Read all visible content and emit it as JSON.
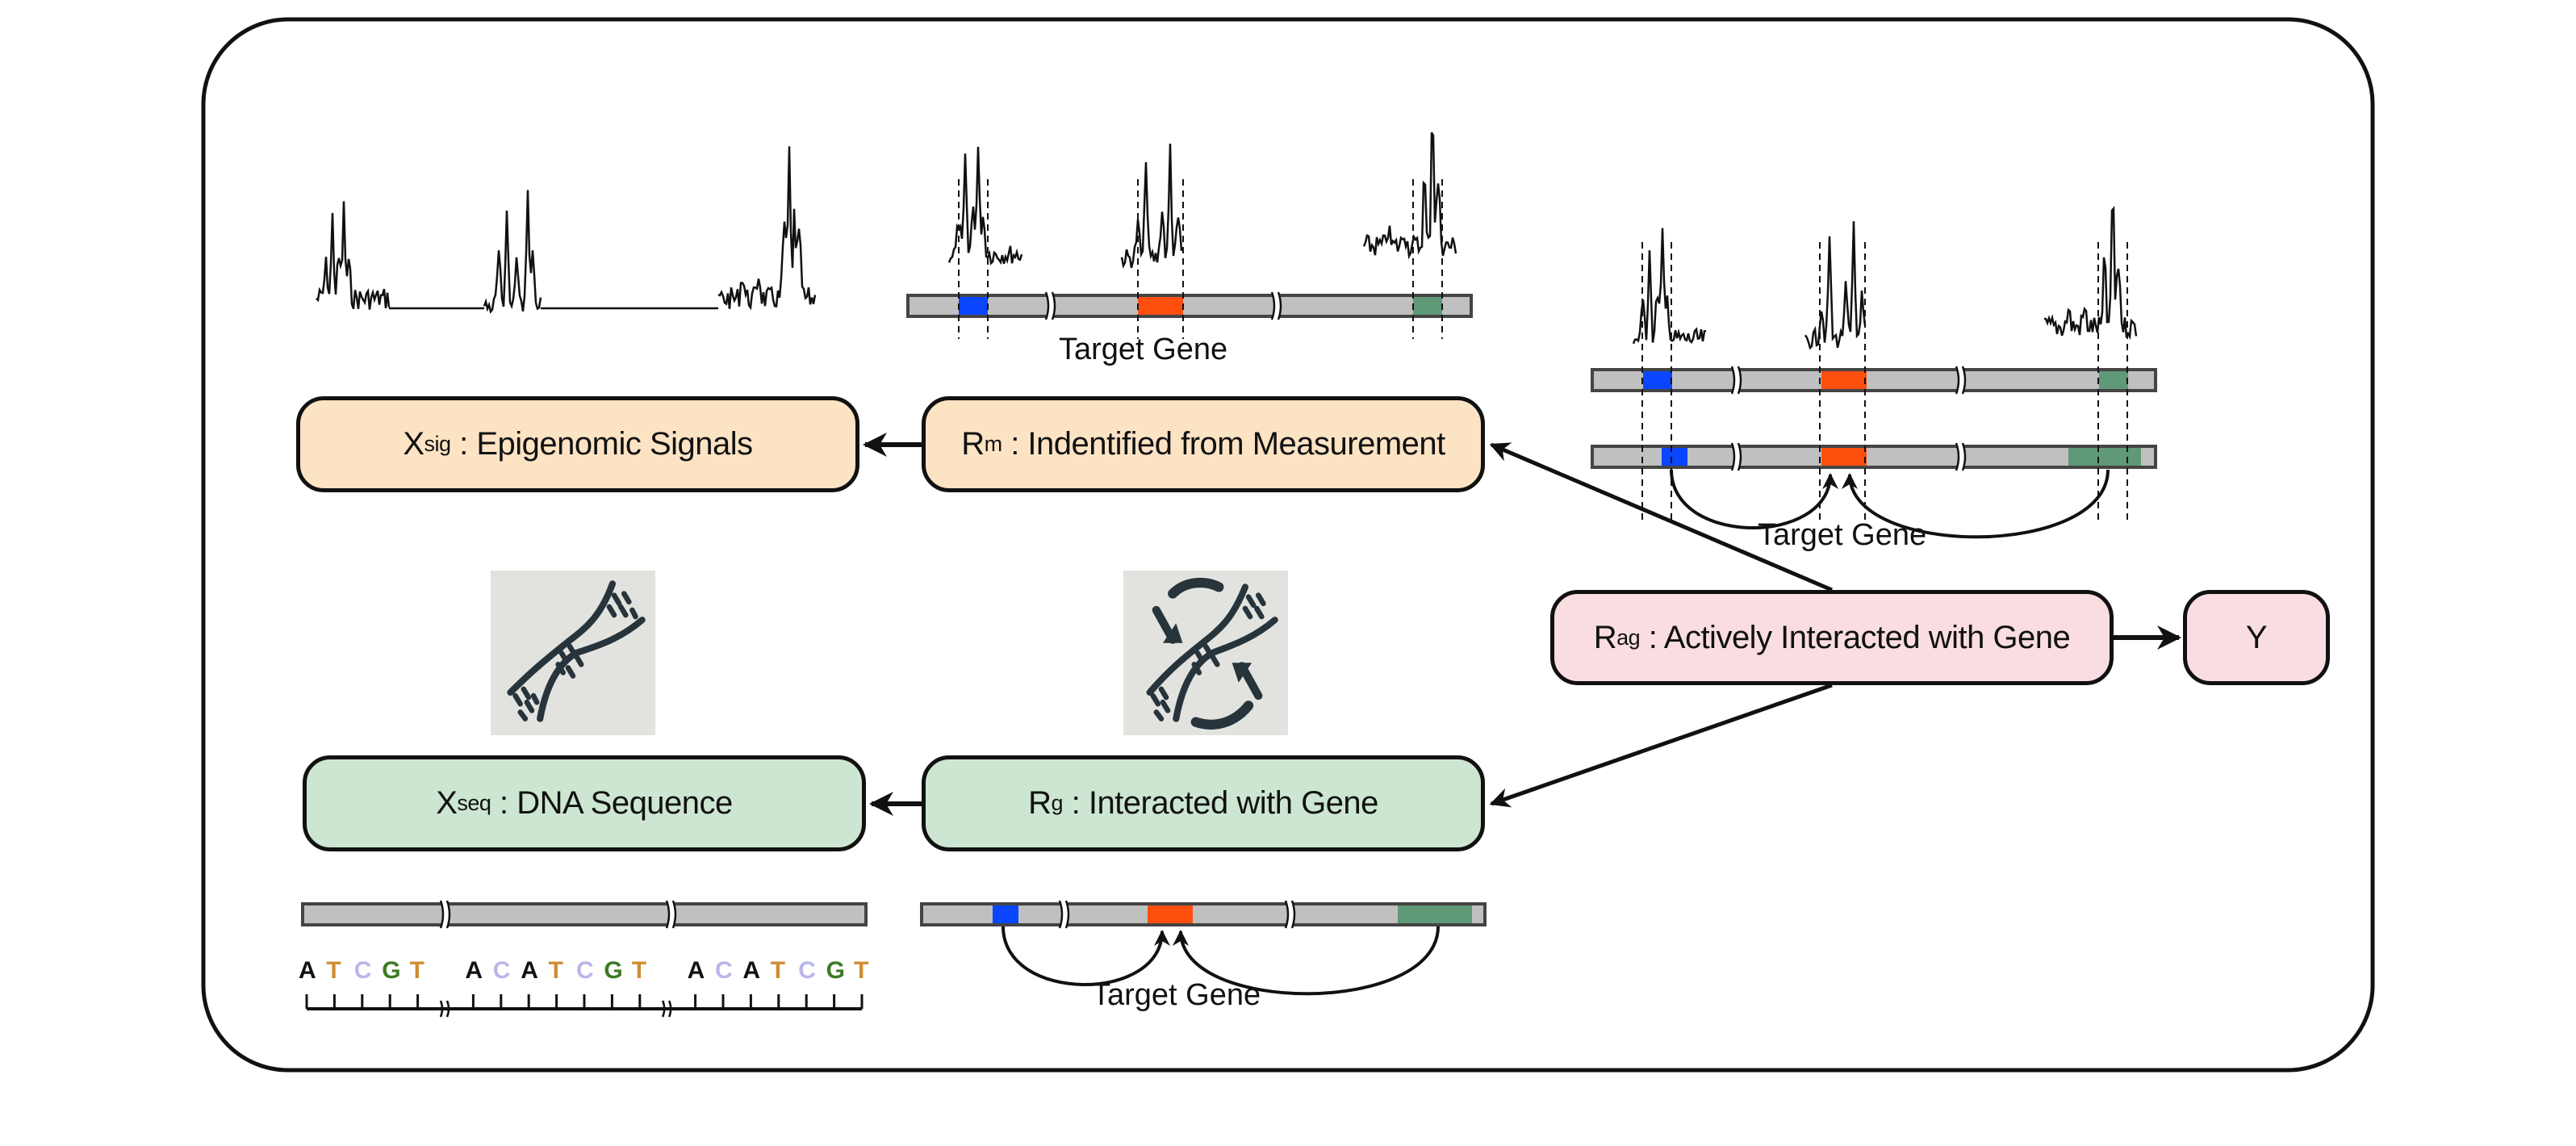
{
  "nodes": {
    "x_sig": {
      "symbol": "X",
      "subscript": "sig",
      "text": " : Epigenomic Signals"
    },
    "r_m": {
      "symbol": "R",
      "subscript": "m",
      "text": " : Indentified from Measurement"
    },
    "x_seq": {
      "symbol": "X",
      "subscript": "seq",
      "text": " : DNA Sequence"
    },
    "r_g": {
      "symbol": "R",
      "subscript": "g",
      "text": " : Interacted with Gene"
    },
    "r_ag": {
      "symbol": "R",
      "subscript": "ag",
      "text": " : Actively Interacted with Gene"
    },
    "y": {
      "symbol": "Y"
    }
  },
  "labels": {
    "target_gene_top": "Target Gene",
    "target_gene_right": "Target Gene",
    "target_gene_bottom": "Target Gene"
  },
  "sequence": {
    "groups": [
      [
        "A",
        "T",
        "C",
        "G",
        "T"
      ],
      [
        "A",
        "C",
        "A",
        "T",
        "C",
        "G",
        "T"
      ],
      [
        "A",
        "C",
        "A",
        "T",
        "C",
        "G",
        "T"
      ]
    ],
    "base_colors": {
      "A": "#111111",
      "T": "#d08c33",
      "C": "#b9b6ea",
      "G": "#3d7a23"
    }
  },
  "colors": {
    "region_blue": "#0a46ff",
    "region_red": "#ff4f0f",
    "region_green": "#5f9978",
    "chromosome": "#c0c0c0",
    "chromosome_border": "#444444",
    "orange_fill": "#fce3c4",
    "green_fill": "#cde6d1",
    "pink_fill": "#f9dde1"
  },
  "icons": {
    "dna_plain": "dna-helix-icon",
    "dna_interaction": "dna-interaction-cycle-icon"
  }
}
